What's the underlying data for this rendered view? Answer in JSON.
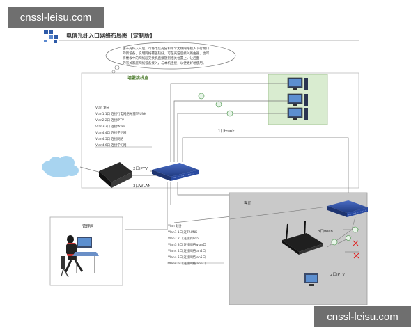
{
  "watermark_top": "cnssl-leisu.com",
  "watermark_bottom": "cnssl-leisu.com",
  "title": "电信光纤入口网络布局图【定制版】",
  "cloud_note_lines": [
    "由于光纤入户后，可将电信光猫和第个无线网络接入下行端口",
    "的新设备，说明网络覆盖较好，可在光猫后接入路由器，也可",
    "将楼板中的网络层交换机直接放到相关位置上，让后面",
    "的有关家庭网络设备接入，与本机连接，以便更好地使用。"
  ],
  "region_title": "墙壁接线盒",
  "trunk_label": "1口trunk",
  "iptv_label": "2口IPTV",
  "wlan_label": "3口WLAN",
  "vlan_top": {
    "header": "Vlan 划分",
    "lines": [
      "Vlan1  1口    连接行电网络光猫TRUNK",
      "Vlan2  2口    连接IPTV",
      "Vlan3  3口    连接Wlan",
      "Vlan4  4口    连接学习网",
      "Vlan4  5口    连接网络",
      "Vlan4  6口    连接学习网"
    ]
  },
  "management_label": "管理区",
  "living_label": "客厅",
  "wlan_ap_label": "3口wlan",
  "iptv_bottom_label": "2口IPTV",
  "vlan_bottom": {
    "header": "Vlan 划分",
    "lines": [
      "Vlan1  1口    连TRUNK",
      "Vlan2  2口    连接到IPTV",
      "Vlan3  3口    连接网络wlan口",
      "Vlan4  4口    连接网络lan4口",
      "Vlan4  5口    连接网络lan5口",
      "Vlan4  6口    连接网络lan6口"
    ]
  },
  "colors": {
    "switch_blue": "#2f4f9e",
    "pc_box": "#d9ecd0",
    "living_box": "#c9c9c9",
    "cloud_blue": "#a8d4f0",
    "link_green": "#4caf50",
    "cross_red": "#e02020"
  }
}
